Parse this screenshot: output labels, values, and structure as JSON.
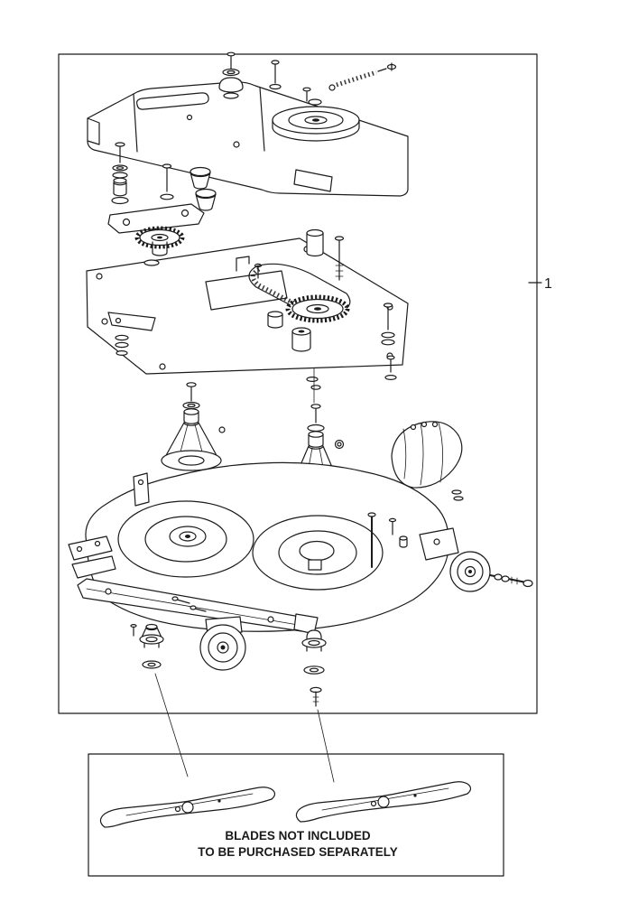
{
  "diagram": {
    "callout_label": "1"
  },
  "blades_note": {
    "line1": "BLADES NOT INCLUDED",
    "line2": "TO BE PURCHASED SEPARATELY"
  },
  "colors": {
    "ink": "#1b1b1b",
    "paper": "#ffffff"
  }
}
